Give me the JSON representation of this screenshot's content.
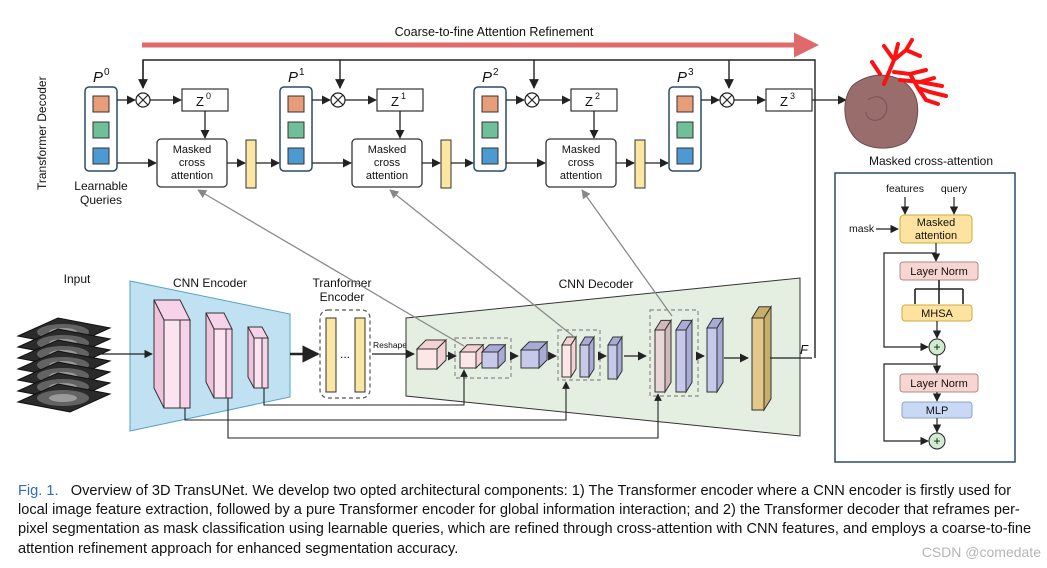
{
  "decoder": {
    "title": "Transformer Decoder",
    "refinement_label": "Coarse-to-fine Attention Refinement",
    "queries_label_line1": "Learnable",
    "queries_label_line2": "Queries",
    "stages": [
      {
        "p": "P",
        "p_sup": "0",
        "z": "Z",
        "z_sup": "0"
      },
      {
        "p": "P",
        "p_sup": "1",
        "z": "Z",
        "z_sup": "1"
      },
      {
        "p": "P",
        "p_sup": "2",
        "z": "Z",
        "z_sup": "2"
      },
      {
        "p": "P",
        "p_sup": "3",
        "z": "Z",
        "z_sup": "3"
      }
    ],
    "mca_line1": "Masked",
    "mca_line2": "cross",
    "mca_line3": "attention"
  },
  "encoder": {
    "input_label": "Input",
    "cnn_encoder_label": "CNN Encoder",
    "transformer_encoder_line1": "Tranformer",
    "transformer_encoder_line2": "Encoder",
    "ellipsis": "...",
    "reshape_label": "Reshape",
    "cnn_decoder_label": "CNN Decoder",
    "feature_label": "F"
  },
  "detail": {
    "title": "Masked cross-attention",
    "features_label": "features",
    "query_label": "query",
    "mask_label": "mask",
    "masked_attention_line1": "Masked",
    "masked_attention_line2": "attention",
    "layer_norm_1": "Layer Norm",
    "mhsa": "MHSA",
    "layer_norm_2": "Layer Norm",
    "mlp": "MLP",
    "plus": "+"
  },
  "colors": {
    "query_orange": "#e79e78",
    "query_green": "#6fbf9a",
    "query_blue": "#4d9ad3",
    "refinement_arrow": "#e06a6a",
    "encoder_fill": "#bfe1f2",
    "decoder_fill": "#e4efe2",
    "feature_bar": "#fbe6a2",
    "detail_yellow": "#fde39f",
    "detail_pink": "#f7d6d2",
    "detail_blue": "#c8d8f5",
    "plus_green": "#cfeccf",
    "segmentation_red": "#ff1010",
    "organ_fill": "#9a6d6d"
  },
  "caption": {
    "fig_label": "Fig. 1.",
    "text": "Overview of 3D TransUNet. We develop two opted architectural components: 1) The Transformer encoder where a CNN encoder is firstly used for local image feature extraction, followed by a pure Transformer encoder for global information interaction; and 2) the Transformer decoder that reframes per-pixel segmentation as mask classification using learnable queries, which are refined through cross-attention with CNN features, and employs a coarse-to-fine attention refinement approach for enhanced segmentation accuracy."
  },
  "watermark": "CSDN @comedate"
}
